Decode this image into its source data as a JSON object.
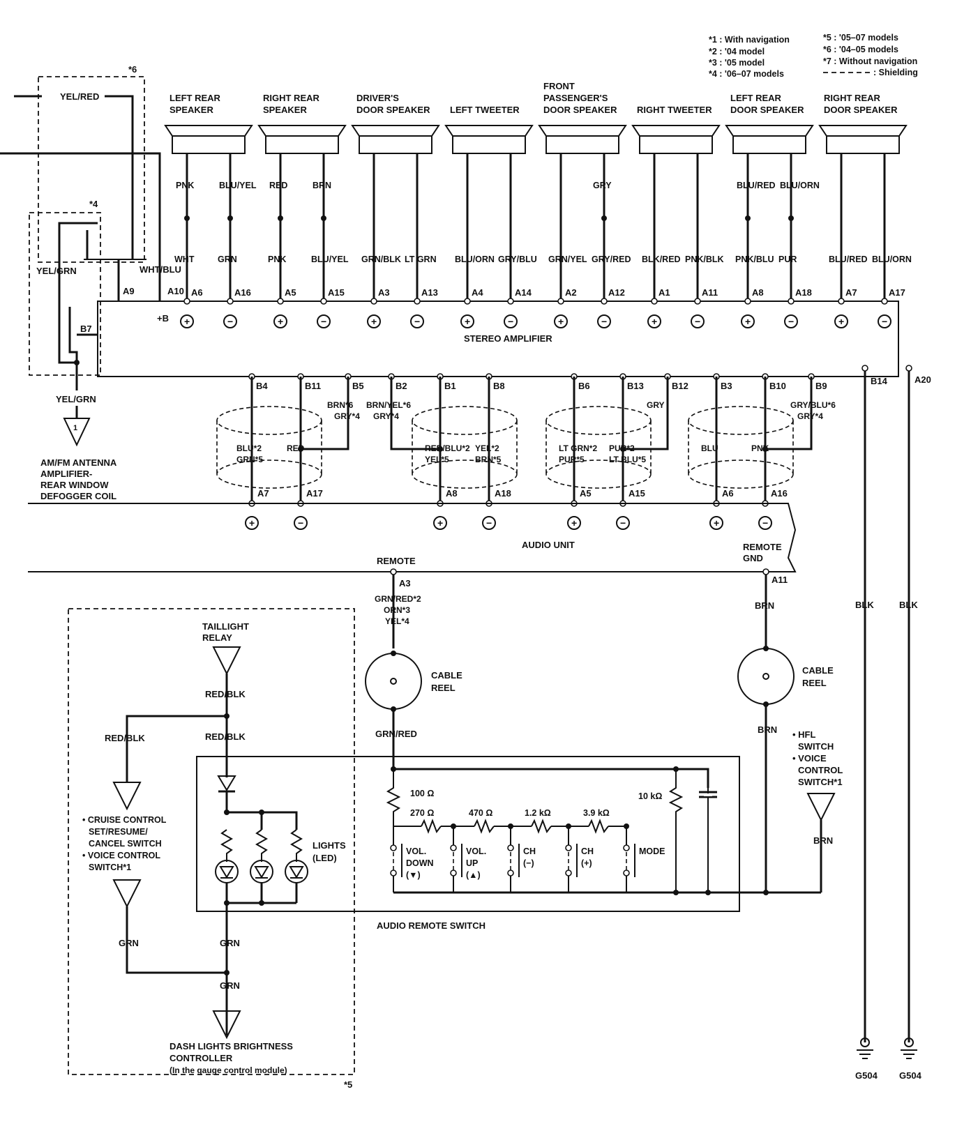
{
  "notes": [
    "*1 : With navigation",
    "*2 : '04 model",
    "*3 : '05 model",
    "*4 : '06–07 models",
    "*5 : '05–07 models",
    "*6 : '04–05 models",
    "*7 : Without navigation",
    ": Shielding"
  ],
  "top_left": {
    "star6": "*6",
    "star4": "*4",
    "yel_red": "YEL/RED",
    "yel_grn": "YEL/GRN",
    "wht_blu": "WHT/BLU",
    "a9": "A9",
    "a10": "A10",
    "plus_b": "+B",
    "b7": "B7",
    "yel_grn2": "YEL/GRN",
    "antenna_num": "1"
  },
  "speakers": [
    {
      "name": "LEFT REAR SPEAKER",
      "l1": "LEFT REAR",
      "l2": "SPEAKER",
      "w1top": "PNK",
      "w1bot": "WHT",
      "w2top": "BLU/YEL",
      "w2bot": "GRN",
      "t1": "A6",
      "t2": "A16"
    },
    {
      "name": "RIGHT REAR SPEAKER",
      "l1": "RIGHT REAR",
      "l2": "SPEAKER",
      "w1top": "RED",
      "w1bot": "PNK",
      "w2top": "BRN",
      "w2bot": "BLU/YEL",
      "t1": "A5",
      "t2": "A15"
    },
    {
      "name": "DRIVER'S DOOR SPEAKER",
      "l1": "DRIVER'S",
      "l2": "DOOR SPEAKER",
      "w1top": "",
      "w1bot": "GRN/BLK",
      "w2top": "",
      "w2bot": "LT GRN",
      "t1": "A3",
      "t2": "A13"
    },
    {
      "name": "LEFT TWEETER",
      "l1": "",
      "l2": "LEFT TWEETER",
      "w1top": "",
      "w1bot": "BLU/ORN",
      "w2top": "",
      "w2bot": "GRY/BLU",
      "t1": "A4",
      "t2": "A14"
    },
    {
      "name": "FRONT PASSENGER'S DOOR SPEAKER",
      "l0": "FRONT",
      "l1": "PASSENGER'S",
      "l2": "DOOR SPEAKER",
      "w1top": "",
      "w1bot": "GRN/YEL",
      "w2top": "GRY",
      "w2bot": "GRY/RED",
      "t1": "A2",
      "t2": "A12"
    },
    {
      "name": "RIGHT TWEETER",
      "l1": "",
      "l2": "RIGHT TWEETER",
      "w1top": "",
      "w1bot": "BLK/RED",
      "w2top": "",
      "w2bot": "PNK/BLK",
      "t1": "A1",
      "t2": "A11"
    },
    {
      "name": "LEFT REAR DOOR SPEAKER",
      "l1": "LEFT REAR",
      "l2": "DOOR SPEAKER",
      "w1top": "BLU/RED",
      "w1bot": "PNK/BLU",
      "w2top": "BLU/ORN",
      "w2bot": "PUR",
      "t1": "A8",
      "t2": "A18"
    },
    {
      "name": "RIGHT REAR DOOR SPEAKER",
      "l1": "RIGHT REAR",
      "l2": "DOOR SPEAKER",
      "w1top": "",
      "w1bot": "BLU/RED",
      "w2top": "",
      "w2bot": "BLU/ORN",
      "t1": "A7",
      "t2": "A17"
    }
  ],
  "plus": "+",
  "minus": "−",
  "amp": {
    "label": "STEREO AMPLIFIER",
    "b_terms": [
      "B4",
      "B11",
      "B5",
      "B2",
      "B1",
      "B8",
      "B6",
      "B13",
      "B12",
      "B3",
      "B10",
      "B9",
      "B14",
      "A20"
    ],
    "b14_wire": "BLK",
    "a20_wire": "BLK",
    "ground1": "G504",
    "ground2": "G504"
  },
  "shield_groups": [
    {
      "w1": "BLU*2",
      "w1b": "GRN*5",
      "w2": "RED",
      "ext": "BRN*6",
      "extb": "GRY*4",
      "a1": "A7",
      "a2": "A17"
    },
    {
      "ext": "BRN/YEL*6",
      "extb": "GRY*4",
      "w1": "RED/BLU*2",
      "w1b": "YEL*5",
      "w2": "YEL*2",
      "w2b": "BRN*5",
      "a1": "A8",
      "a2": "A18"
    },
    {
      "w1": "LT GRN*2",
      "w1b": "PUR*5",
      "w2": "PUR*2",
      "w2b": "LT BLU*5",
      "ext": "GRY",
      "a1": "A5",
      "a2": "A15"
    },
    {
      "w1": "BLU",
      "w2": "PNK",
      "ext": "GRY/BLU*6",
      "extb": "GRY*4",
      "a1": "A6",
      "a2": "A16"
    }
  ],
  "antenna": {
    "l1": "AM/FM ANTENNA",
    "l2": "AMPLIFIER-",
    "l3": "REAR WINDOW",
    "l4": "DEFOGGER COIL"
  },
  "audio_unit": {
    "label": "AUDIO UNIT",
    "remote": "REMOTE",
    "a3": "A3",
    "remote_gnd1": "REMOTE",
    "remote_gnd2": "GND",
    "a11": "A11",
    "a3_w1": "GRN/RED*2",
    "a3_w2": "ORN*3",
    "a3_w3": "YEL*4",
    "brn": "BRN"
  },
  "cable_reel": {
    "l1": "CABLE",
    "l2": "REEL",
    "grn_red": "GRN/RED",
    "brn": "BRN"
  },
  "remote_switch": {
    "label": "AUDIO REMOTE SWITCH",
    "r1": "100 Ω",
    "r2": "270 Ω",
    "r3": "470 Ω",
    "r4": "1.2 kΩ",
    "r5": "3.9 kΩ",
    "r6": "10 kΩ",
    "sw": [
      {
        "a": "VOL.",
        "b": "DOWN",
        "c": "(▼)"
      },
      {
        "a": "VOL.",
        "b": "UP",
        "c": "(▲)"
      },
      {
        "a": "CH",
        "b": "(−)",
        "c": ""
      },
      {
        "a": "CH",
        "b": "(+)",
        "c": ""
      },
      {
        "a": "MODE",
        "b": "",
        "c": ""
      }
    ]
  },
  "hfl": {
    "l1": "• HFL",
    "l2": "SWITCH",
    "l3": "• VOICE",
    "l4": "CONTROL",
    "l5": "SWITCH*1",
    "brn": "BRN"
  },
  "lights": {
    "taillight1": "TAILLIGHT",
    "taillight2": "RELAY",
    "red_blk1": "RED/BLK",
    "red_blk2": "RED/BLK",
    "red_blk3": "RED/BLK",
    "leds1": "LIGHTS",
    "leds2": "(LED)",
    "cruise1": "• CRUISE CONTROL",
    "cruise2": "SET/RESUME/",
    "cruise3": "CANCEL SWITCH",
    "cruise4": "• VOICE CONTROL",
    "cruise5": "SWITCH*1",
    "grn1": "GRN",
    "grn2": "GRN",
    "grn3": "GRN",
    "dash1": "DASH LIGHTS BRIGHTNESS",
    "dash2": "CONTROLLER",
    "dash3": "(In the gauge control module)",
    "star5": "*5"
  }
}
